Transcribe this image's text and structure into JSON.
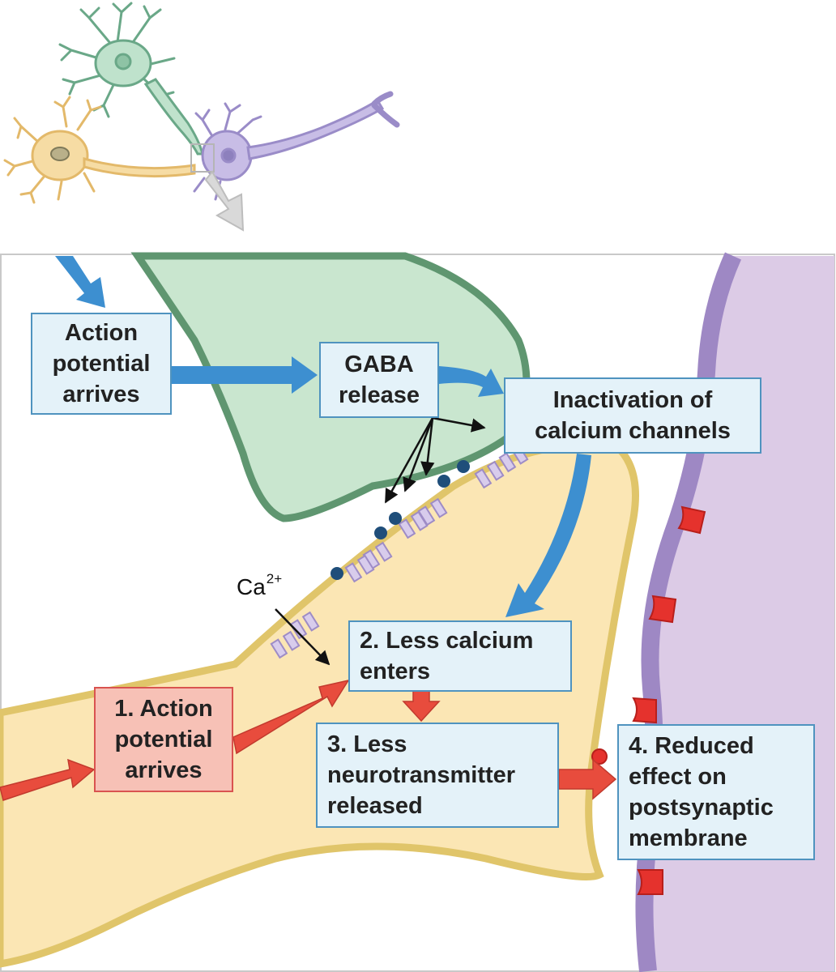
{
  "labels": {
    "action_potential_arrives_top": "Action\npotential\narrives",
    "gaba_release": "GABA\nrelease",
    "inactivation": "Inactivation of\ncalcium channels",
    "step1": "1. Action\npotential\narrives",
    "step2": "2. Less calcium\nenters",
    "step3": "3. Less\nneurotransmitter\nreleased",
    "step4": "4. Reduced\neffect on\npostsynaptic\nmembrane",
    "calcium_ion": "Ca",
    "calcium_charge": "2+"
  },
  "colors": {
    "blue_arrow": "#3d8fd0",
    "red_arrow": "#e84c3d",
    "gaba_neuron": "#c9e6cf",
    "gaba_neuron_border": "#5f9670",
    "presynaptic_fill": "#fbe6b4",
    "presynaptic_border": "#e0c56a",
    "postsynaptic_fill": "#dccbe6",
    "postsynaptic_border": "#9e88c4",
    "box_fill": "#e4f2f9",
    "box_border": "#4f93bf",
    "receptor_red": "#e5322d",
    "calcium_dot": "#1f4e7a"
  }
}
